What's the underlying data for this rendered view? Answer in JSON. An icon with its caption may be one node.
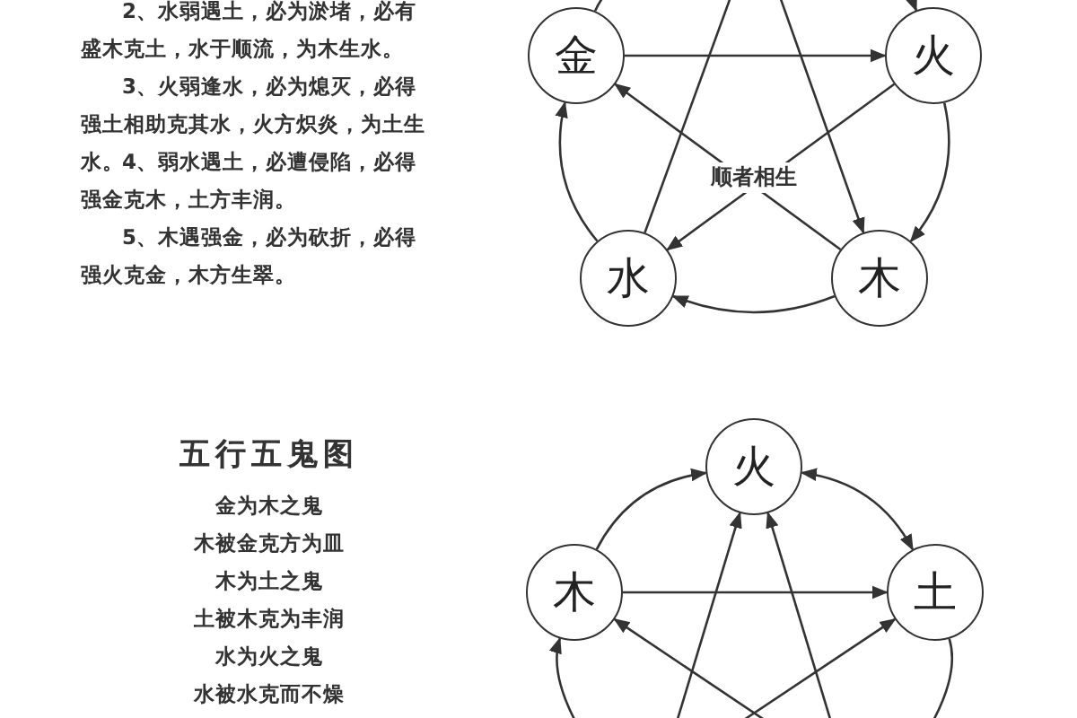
{
  "diagram": {
    "nodes": [
      {
        "text": [
          "金"
        ]
      },
      {
        "text": [
          "火"
        ]
      },
      {
        "text": [
          "水"
        ]
      },
      {
        "text": [
          "木"
        ]
      },
      {
        "text": [
          "火"
        ]
      },
      {
        "text": [
          "木"
        ]
      },
      {
        "text": [
          "土"
        ]
      }
    ],
    "edges": [
      {
        "from": 0,
        "to": 1,
        "arrow": "to"
      },
      {
        "from": 1,
        "to": 2,
        "arrow": "to"
      },
      {
        "from": 3,
        "to": 0,
        "arrow": "to"
      },
      {
        "from": null,
        "to": 3,
        "arrow": "to"
      },
      {
        "from": 2,
        "to": null,
        "arrow": "none"
      },
      {
        "from": 2,
        "to": 0,
        "arrow": "to"
      },
      {
        "from": 1,
        "to": 3,
        "arrow": "to"
      },
      {
        "from": 3,
        "to": 2,
        "arrow": "to"
      },
      {
        "from": 0,
        "to": null,
        "arrow": "none"
      },
      {
        "from": null,
        "to": 1,
        "arrow": "to"
      },
      {
        "from": 5,
        "to": 6,
        "arrow": "to"
      },
      {
        "from": null,
        "to": 4,
        "arrow": "to"
      },
      {
        "from": null,
        "to": 4,
        "arrow": "to"
      },
      {
        "from": null,
        "to": 5,
        "arrow": "to"
      },
      {
        "from": null,
        "to": 6,
        "arrow": "to"
      },
      {
        "from": 5,
        "to": 4,
        "arrow": "to"
      },
      {
        "from": 4,
        "to": 6,
        "arrow": "both"
      },
      {
        "from": null,
        "to": 5,
        "arrow": "to"
      },
      {
        "from": 6,
        "to": null,
        "arrow": "none"
      }
    ],
    "labels": [
      "2、水弱遇土，必为淤堵，必有盛木克土，水于顺流，为木生水。",
      "3、火弱逢水，必为熄灭，必得强土相助克其水，火方炽炎，为土生水。",
      "4、弱水遇土，必遭侵陷，必得强金克木，土方丰润。",
      "5、木遇强金，必为砍折，必得强火克金，木方生翠。",
      "顺者相生",
      "五行五鬼图",
      "金为木之鬼",
      "木被金克方为皿",
      "木为土之鬼",
      "土被木克为丰润",
      "水为火之鬼",
      "水被水克而不燥"
    ]
  }
}
